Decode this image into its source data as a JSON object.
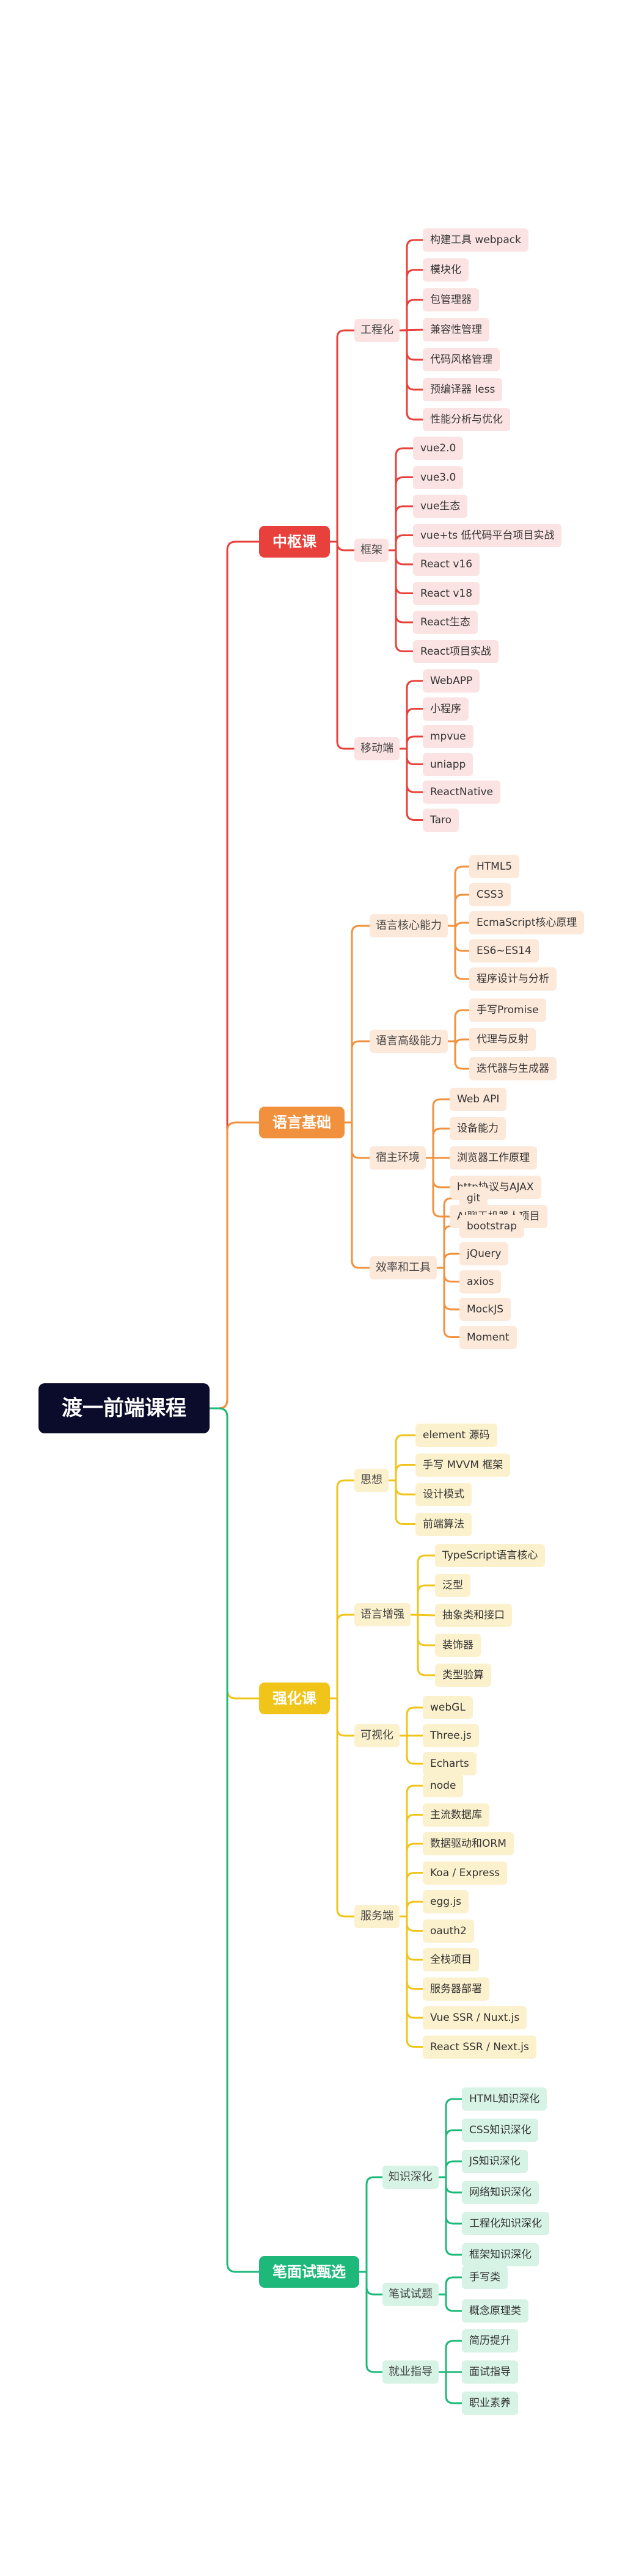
{
  "root": {
    "title": "渡一前端课程"
  },
  "branches": [
    {
      "key": "zhonggao",
      "label": "中枢课",
      "color": "#e8403a",
      "light": "#fbe3e3",
      "text": "#333333",
      "groups": [
        {
          "label": "工程化",
          "items": [
            "构建工具 webpack",
            "模块化",
            "包管理器",
            "兼容性管理",
            "代码风格管理",
            "预编译器 less",
            "性能分析与优化"
          ]
        },
        {
          "label": "框架",
          "items": [
            "vue2.0",
            "vue3.0",
            "vue生态",
            "vue+ts 低代码平台项目实战",
            "React v16",
            "React v18",
            "React生态",
            "React项目实战"
          ]
        },
        {
          "label": "移动端",
          "items": [
            "WebAPP",
            "小程序",
            "mpvue",
            "uniapp",
            "ReactNative",
            "Taro"
          ]
        }
      ]
    },
    {
      "key": "yuyan",
      "label": "语言基础",
      "color": "#f2913d",
      "light": "#fde9da",
      "text": "#333333",
      "groups": [
        {
          "label": "语言核心能力",
          "items": [
            "HTML5",
            "CSS3",
            "EcmaScript核心原理",
            "ES6~ES14",
            "程序设计与分析"
          ]
        },
        {
          "label": "语言高级能力",
          "items": [
            "手写Promise",
            "代理与反射",
            "迭代器与生成器"
          ]
        },
        {
          "label": "宿主环境",
          "items": [
            "Web API",
            "设备能力",
            "浏览器工作原理",
            "http协议与AJAX",
            "AI聊天机器人项目"
          ]
        },
        {
          "label": "效率和工具",
          "items": [
            "git",
            "bootstrap",
            "jQuery",
            "axios",
            "MockJS",
            "Moment"
          ]
        }
      ]
    },
    {
      "key": "qianghua",
      "label": "强化课",
      "color": "#f0c419",
      "light": "#fcf1cd",
      "text": "#333333",
      "groups": [
        {
          "label": "思想",
          "items": [
            "element 源码",
            "手写 MVVM 框架",
            "设计模式",
            "前端算法"
          ]
        },
        {
          "label": "语言增强",
          "items": [
            "TypeScript语言核心",
            "泛型",
            "抽象类和接口",
            "装饰器",
            "类型验算"
          ]
        },
        {
          "label": "可视化",
          "items": [
            "webGL",
            "Three.js",
            "Echarts"
          ]
        },
        {
          "label": "服务端",
          "items": [
            "node",
            "主流数据库",
            "数据驱动和ORM",
            "Koa / Express",
            "egg.js",
            "oauth2",
            "全栈项目",
            "服务器部署",
            "Vue SSR / Nuxt.js",
            "React SSR / Next.js"
          ]
        }
      ]
    },
    {
      "key": "bimian",
      "label": "笔面试甄选",
      "color": "#1eb87a",
      "light": "#d6f3e6",
      "text": "#333333",
      "groups": [
        {
          "label": "知识深化",
          "items": [
            "HTML知识深化",
            "CSS知识深化",
            "JS知识深化",
            "网络知识深化",
            "工程化知识深化",
            "框架知识深化"
          ]
        },
        {
          "label": "笔试试题",
          "items": [
            "手写类",
            "概念原理类"
          ]
        },
        {
          "label": "就业指导",
          "items": [
            "简历提升",
            "面试指导",
            "职业素养"
          ]
        }
      ]
    }
  ]
}
